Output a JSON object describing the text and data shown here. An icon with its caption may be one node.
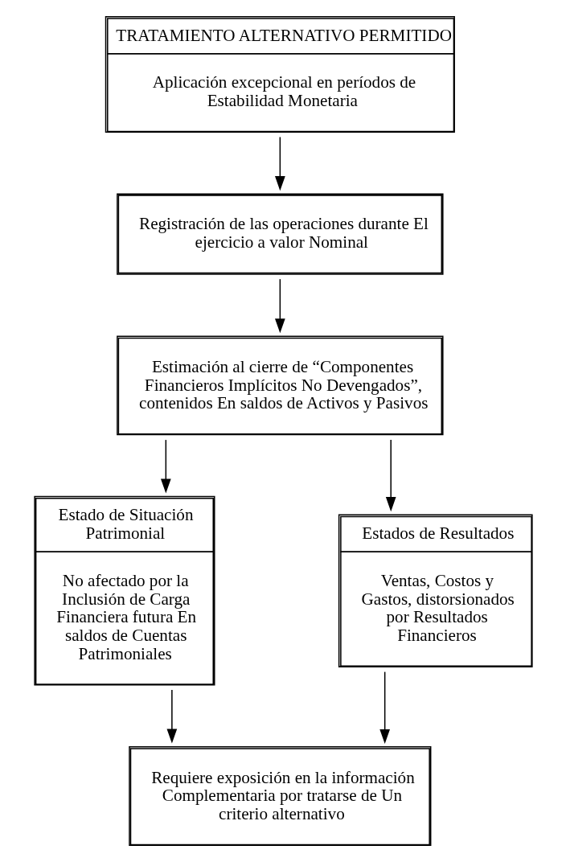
{
  "diagram": {
    "nodes": [
      {
        "text": [
          "TRATAMIENTO ALTERNATIVO PERMITIDO",
          "Aplicación excepcional en períodos de Estabilidad Monetaria"
        ]
      },
      {
        "text": [
          "Registración de las operaciones durante El ejercicio a valor Nominal"
        ]
      },
      {
        "text": [
          "Estimación al cierre de “Componentes Financieros Implícitos No Devengados”, contenidos En saldos de Activos y Pasivos"
        ]
      },
      {
        "text": [
          "Estado de Situación Patrimonial",
          "No afectado por la Inclusión de Carga Financiera futura En saldos de Cuentas Patrimoniales"
        ]
      },
      {
        "text": [
          "Estados de Resultados",
          "Ventas, Costos y Gastos, distorsionados por Resultados Financieros"
        ]
      },
      {
        "text": [
          "Requiere exposición en la información Complementaria por tratarse de Un criterio alternativo"
        ]
      }
    ],
    "edges": [
      {
        "from": 0,
        "to": 1,
        "arrow": "to"
      },
      {
        "from": 1,
        "to": 2,
        "arrow": "to"
      },
      {
        "from": 2,
        "to": 3,
        "arrow": "to"
      },
      {
        "from": 2,
        "to": 4,
        "arrow": "to"
      },
      {
        "from": 3,
        "to": 5,
        "arrow": "to"
      },
      {
        "from": 4,
        "to": 5,
        "arrow": "to"
      }
    ]
  }
}
